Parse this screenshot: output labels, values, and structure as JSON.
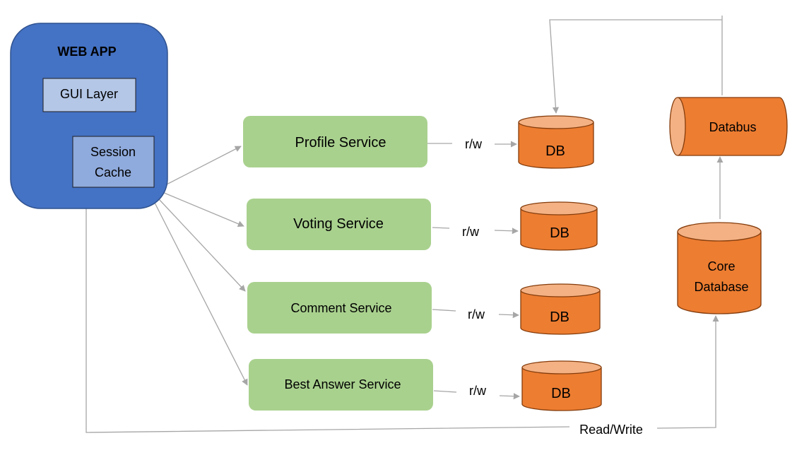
{
  "colors": {
    "web_app_fill": "#4472c4",
    "web_app_border": "#2f528f",
    "gui_layer_fill": "#b4c7e7",
    "session_cache_fill": "#8faadc",
    "service_fill": "#a9d18e",
    "db_fill": "#ed7d31",
    "db_top_fill": "#f4b183",
    "db_border": "#843c0c",
    "connector": "#a6a6a6"
  },
  "web_app": {
    "title": "WEB APP",
    "gui_layer": "GUI Layer",
    "session_cache": [
      "Session",
      "Cache"
    ]
  },
  "services": [
    {
      "label": "Profile Service",
      "edge_label": "r/w",
      "db_label": "DB"
    },
    {
      "label": "Voting Service",
      "edge_label": "r/w",
      "db_label": "DB"
    },
    {
      "label": "Comment Service",
      "edge_label": "r/w",
      "db_label": "DB"
    },
    {
      "label": "Best Answer Service",
      "edge_label": "r/w",
      "db_label": "DB"
    }
  ],
  "databus": {
    "label": "Databus"
  },
  "core_database": {
    "label": [
      "Core",
      "Database"
    ]
  },
  "read_write_label": "Read/Write"
}
